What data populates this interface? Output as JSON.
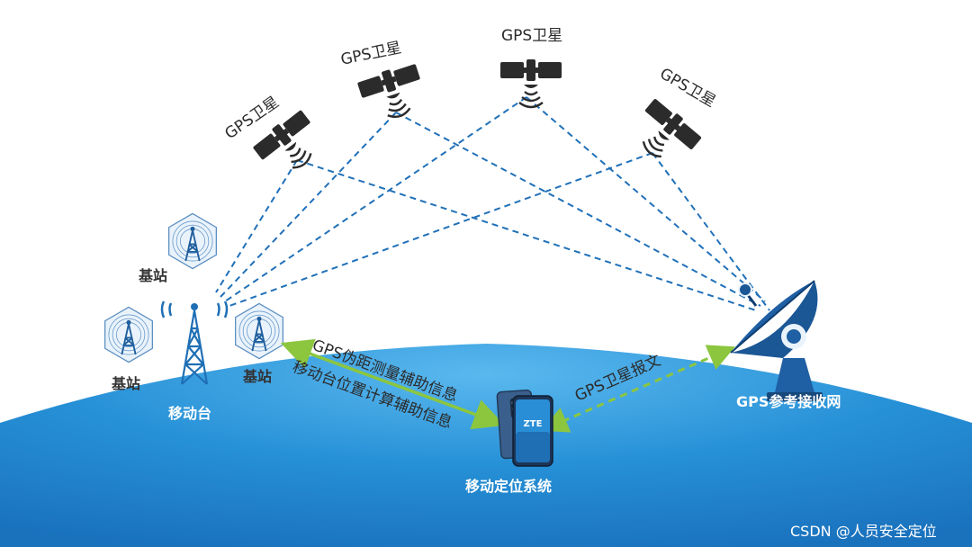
{
  "colors": {
    "earth": "#1f84cc",
    "earth_light": "#4fb2ea",
    "link_dash": "#2070b8",
    "green_arrow": "#8cc63f",
    "satellite": "#2b2b2b",
    "tower": "#1f6fb5"
  },
  "satellites": [
    {
      "label": "GPS卫星",
      "icon": "satellite-icon"
    },
    {
      "label": "GPS卫星",
      "icon": "satellite-icon"
    },
    {
      "label": "GPS卫星",
      "icon": "satellite-icon"
    },
    {
      "label": "GPS卫星",
      "icon": "satellite-icon"
    }
  ],
  "stations": {
    "base_station_top": "基站",
    "base_station_left": "基站",
    "base_station_right": "基站",
    "mobile_station": "移动台",
    "positioning_system": "移动定位系统",
    "reference_network": "GPS参考接收网"
  },
  "links": {
    "pseudorange_assist": "GPS伪距测量辅助信息",
    "position_assist": "移动台位置计算辅助信息",
    "satellite_message": "GPS卫星报文"
  },
  "phone": {
    "brand": "ZTE"
  },
  "watermark": "CSDN @人员安全定位"
}
